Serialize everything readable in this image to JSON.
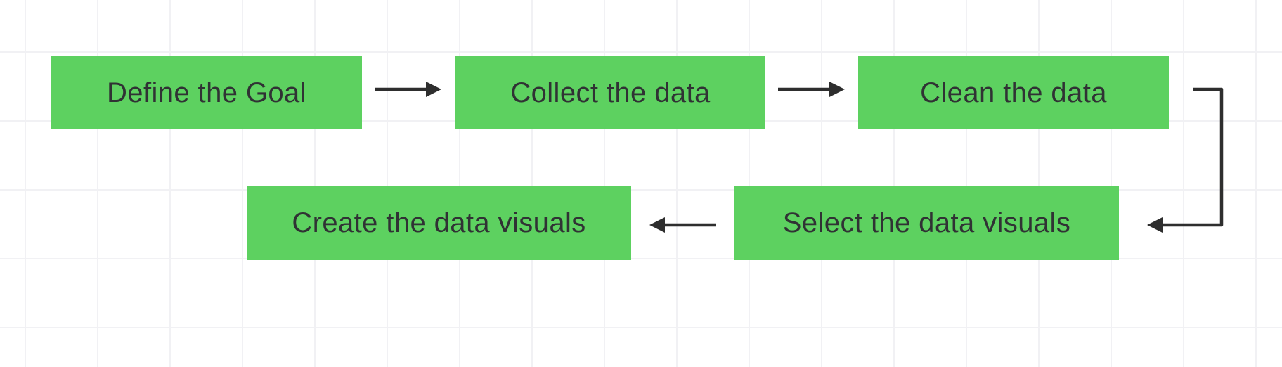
{
  "canvas": {
    "background_color": "#ffffff",
    "grid_color": "#f1f1f4",
    "node_fill_color": "#5dd160",
    "node_text_color": "#303234",
    "connector_color": "#2e2e2e"
  },
  "nodes": [
    {
      "id": "define-goal",
      "label": "Define the Goal"
    },
    {
      "id": "collect-data",
      "label": "Collect the data"
    },
    {
      "id": "clean-data",
      "label": "Clean the data"
    },
    {
      "id": "create-visuals",
      "label": "Create the data visuals"
    },
    {
      "id": "select-visuals",
      "label": "Select the data visuals"
    }
  ],
  "edges": [
    {
      "from": "define-goal",
      "to": "collect-data",
      "type": "straight-arrow-right"
    },
    {
      "from": "collect-data",
      "to": "clean-data",
      "type": "straight-arrow-right"
    },
    {
      "from": "clean-data",
      "to": "select-visuals",
      "type": "elbow-arrow-down-left"
    },
    {
      "from": "select-visuals",
      "to": "create-visuals",
      "type": "straight-arrow-left"
    }
  ]
}
